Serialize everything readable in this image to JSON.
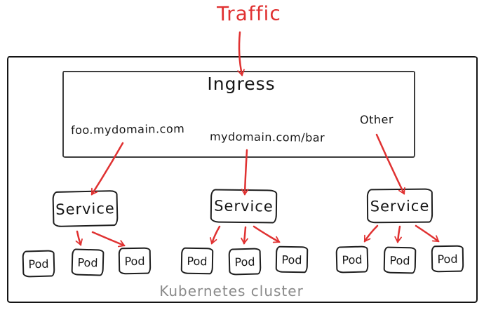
{
  "colors": {
    "arrow": "#e03131",
    "box_stroke": "#1e1e1e",
    "outer_stroke": "#141414",
    "cluster_text": "#8a8a8a"
  },
  "traffic_label": "Traffic",
  "cluster_label": "Kubernetes cluster",
  "ingress": {
    "title": "Ingress",
    "routes": [
      "foo.mydomain.com",
      "mydomain.com/bar",
      "Other"
    ]
  },
  "services": [
    {
      "label": "Service",
      "pods": [
        "Pod",
        "Pod",
        "Pod"
      ]
    },
    {
      "label": "Service",
      "pods": [
        "Pod",
        "Pod",
        "Pod"
      ]
    },
    {
      "label": "Service",
      "pods": [
        "Pod",
        "Pod",
        "Pod"
      ]
    }
  ]
}
